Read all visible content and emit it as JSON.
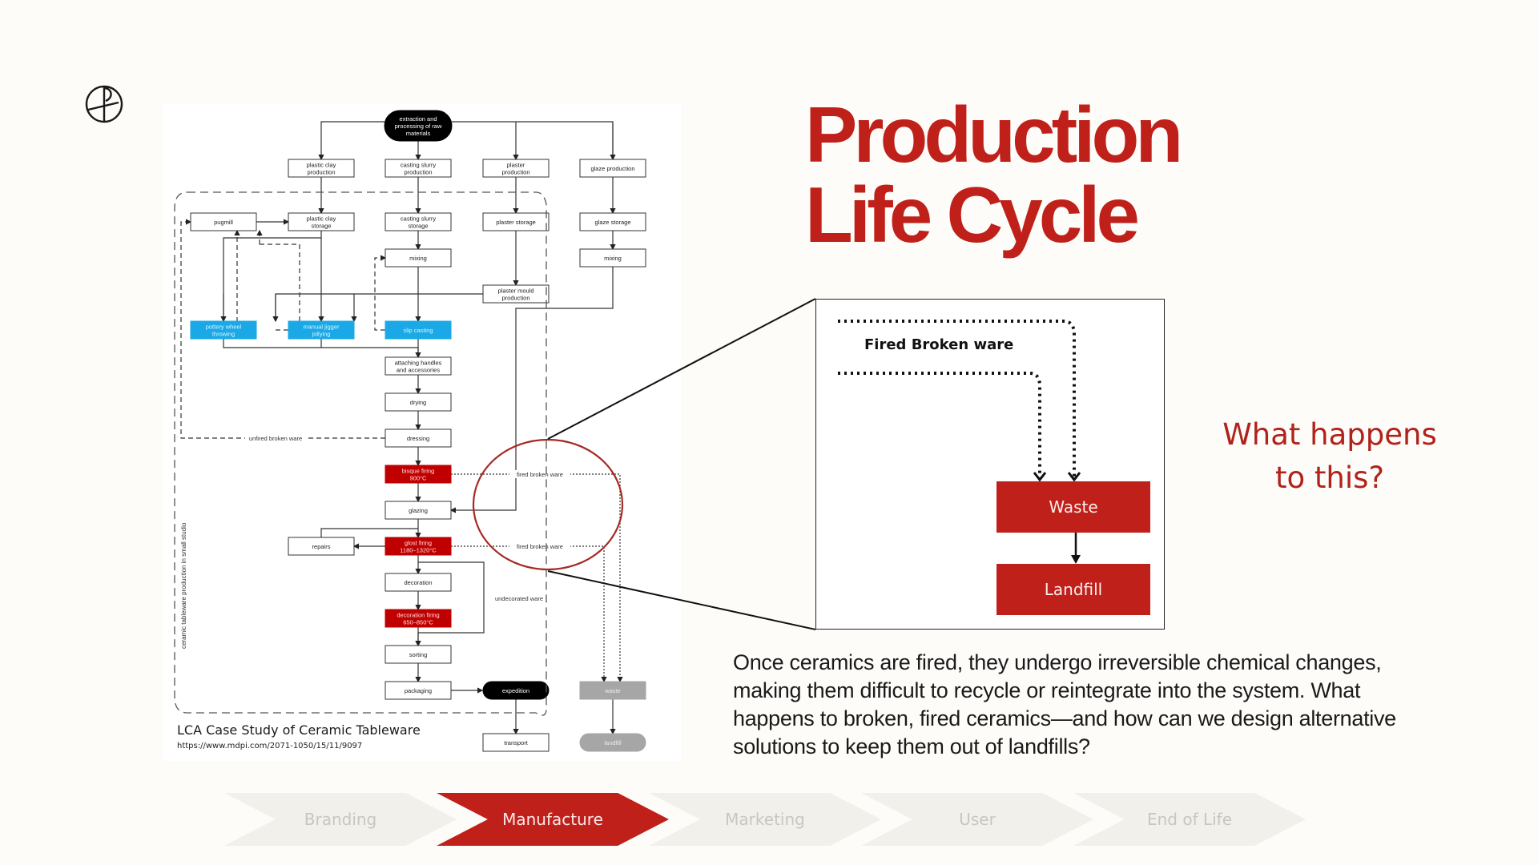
{
  "logo": {
    "icon": "ab-monogram-icon"
  },
  "title": {
    "line1": "Production",
    "line2": "Life Cycle"
  },
  "question": {
    "line1": "What happens",
    "line2": "to this?"
  },
  "zoom_detail": {
    "label": "Fired Broken ware",
    "waste": "Waste",
    "landfill": "Landfill"
  },
  "body_text": "Once ceramics are fired, they undergo irreversible chemical changes, making them difficult to recycle or reintegrate into the system. What happens to broken, fired ceramics—and how can we design alternative solutions to keep them out of landfills?",
  "caption": {
    "title": "LCA Case Study of Ceramic Tableware",
    "url": "https://www.mdpi.com/2071-1050/15/11/9097"
  },
  "steps": [
    {
      "label": "Branding",
      "active": false
    },
    {
      "label": "Manufacture",
      "active": true
    },
    {
      "label": "Marketing",
      "active": false
    },
    {
      "label": "User",
      "active": false
    },
    {
      "label": "End of Life",
      "active": false
    }
  ],
  "colors": {
    "brand_red": "#c0201a",
    "process_blue": "#1aa9e6",
    "firing_red": "#c00000",
    "waste_gray": "#a6a6a6",
    "background": "#fdfcf9"
  },
  "flowchart": {
    "side_label": "ceramic tableware production in small studio",
    "nodes": {
      "extraction": "extraction and processing of raw materials",
      "plastic_clay_production": "plastic clay production",
      "casting_slurry_production": "casting slurry production",
      "plaster_production": "plaster production",
      "glaze_production": "glaze production",
      "pugmill": "pugmill",
      "plastic_clay_storage": "plastic clay storage",
      "casting_slurry_storage": "casting slurry storage",
      "plaster_storage": "plaster storage",
      "glaze_storage": "glaze storage",
      "mixing_slurry": "mixing",
      "mixing_glaze": "mixing",
      "plaster_mould_production": "plaster mould production",
      "pottery_wheel_throwing": "pottery wheel throwing",
      "manual_jigger_jollying": "manual jigger jollying",
      "slip_casting": "slip casting",
      "attaching_handles": "attaching handles and accessories",
      "drying": "drying",
      "dressing": "dressing",
      "bisque_firing": "bisque firing",
      "bisque_temp": "900°C",
      "glazing": "glazing",
      "repairs": "repairs",
      "glost_firing": "glost firing",
      "glost_temp": "1180–1320°C",
      "decoration": "decoration",
      "decoration_firing": "decoration firing",
      "decoration_temp": "650–850°C",
      "sorting": "sorting",
      "packaging": "packaging",
      "expedition": "expedition",
      "transport": "transport",
      "waste": "waste",
      "landfill": "landfill"
    },
    "edge_labels": {
      "unfired": "unfired broken ware",
      "fired1": "fired broken ware",
      "fired2": "fired broken ware",
      "undecorated": "undecorated ware"
    }
  }
}
